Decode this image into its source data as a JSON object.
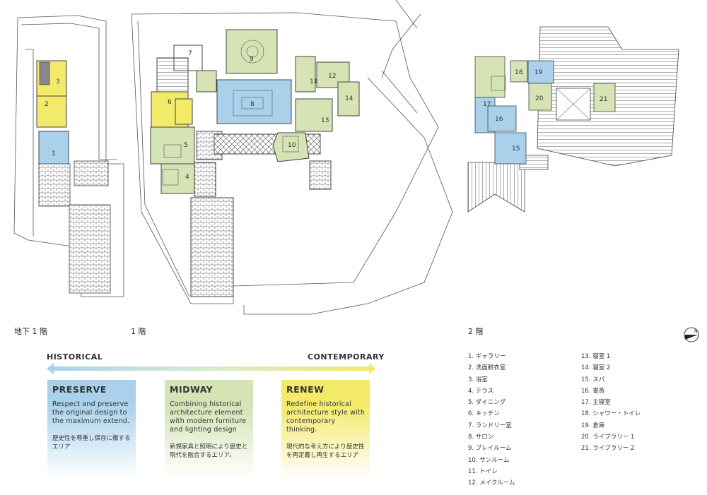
{
  "floors": [
    {
      "label": "地下 1 階"
    },
    {
      "label": "1 階"
    },
    {
      "label": "2 階"
    }
  ],
  "axis": {
    "left": "HISTORICAL",
    "right": "CONTEMPORARY"
  },
  "categories": [
    {
      "title": "PRESERVE",
      "en": "Respect and preserve the original design to the maximum extend.",
      "jp": "歴史性を尊重し保存に徹するエリア",
      "color": "#a9d1ec"
    },
    {
      "title": "MIDWAY",
      "en": "Combining historical architecture element with modern furniture and lighting design",
      "jp": "新規家具と照明により歴史と現代を融合するエリア。",
      "color": "#d5e3b5"
    },
    {
      "title": "RENEW",
      "en": "Redefine historical architecture style with contemporary thinking.",
      "jp": "現代的な考え方により歴史性を再定義し再生するエリア",
      "color": "#f3ea6a"
    }
  ],
  "rooms": [
    "1. ギャラリー",
    "2. 洗面脱衣室",
    "3. 浴室",
    "4. テラス",
    "5. ダイニング",
    "6. キッチン",
    "7. ランドリー室",
    "8. サロン",
    "9. プレイルーム",
    "10. サンルーム",
    "11. トイレ",
    "12. メイクルーム",
    "13. 寝室 1",
    "14. 寝室 2",
    "15. スパ",
    "16. 書斎",
    "17. 主寝室",
    "18. シャワー・トイレ",
    "19. 倉庫",
    "20. ライブラリー 1",
    "21. ライブラリー 2"
  ],
  "north_label": "N"
}
